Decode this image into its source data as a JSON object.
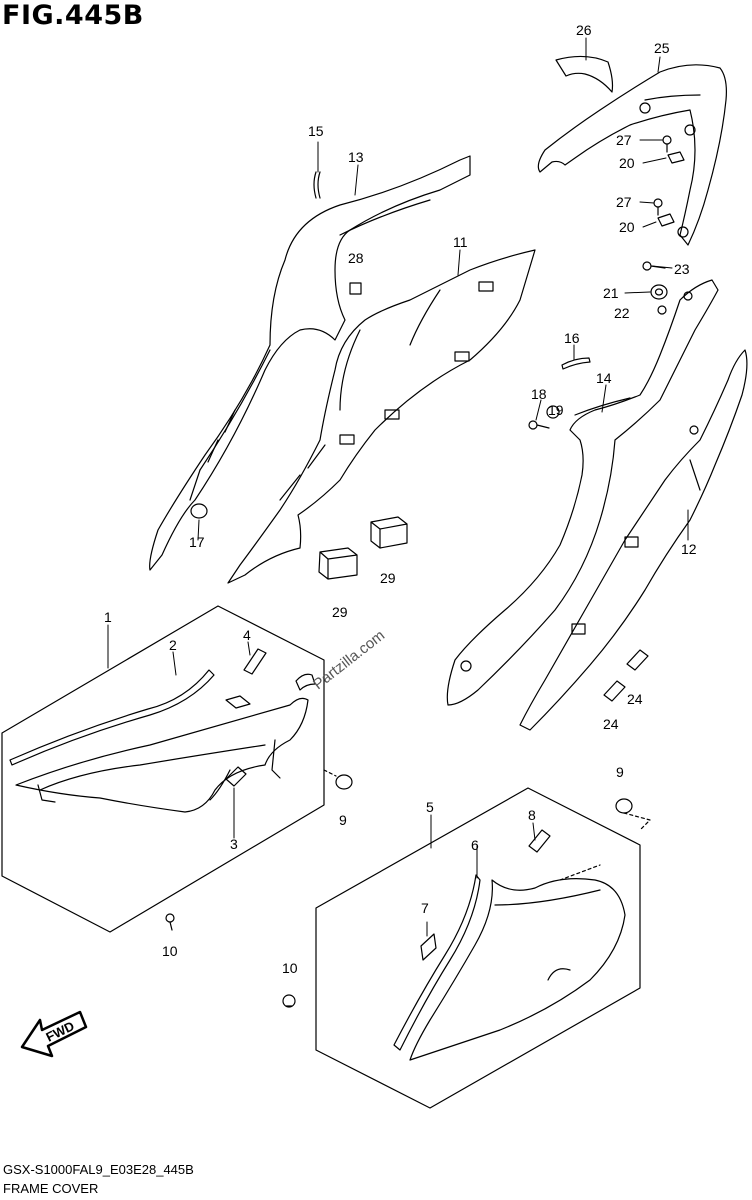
{
  "figure": {
    "title": "FIG.445B",
    "code": "GSX-S1000FAL9_E03E28_445B",
    "name": "FRAME COVER"
  },
  "fwd_label": "FWD",
  "watermark": "Partzilla.com",
  "callouts": [
    {
      "id": "c1",
      "label": "1"
    },
    {
      "id": "c2",
      "label": "2"
    },
    {
      "id": "c3",
      "label": "3"
    },
    {
      "id": "c4",
      "label": "4"
    },
    {
      "id": "c5",
      "label": "5"
    },
    {
      "id": "c6",
      "label": "6"
    },
    {
      "id": "c7",
      "label": "7"
    },
    {
      "id": "c8",
      "label": "8"
    },
    {
      "id": "c9a",
      "label": "9"
    },
    {
      "id": "c9b",
      "label": "9"
    },
    {
      "id": "c10a",
      "label": "10"
    },
    {
      "id": "c10b",
      "label": "10"
    },
    {
      "id": "c11",
      "label": "11"
    },
    {
      "id": "c12",
      "label": "12"
    },
    {
      "id": "c13",
      "label": "13"
    },
    {
      "id": "c14",
      "label": "14"
    },
    {
      "id": "c15",
      "label": "15"
    },
    {
      "id": "c16",
      "label": "16"
    },
    {
      "id": "c17",
      "label": "17"
    },
    {
      "id": "c18",
      "label": "18"
    },
    {
      "id": "c19",
      "label": "19"
    },
    {
      "id": "c20a",
      "label": "20"
    },
    {
      "id": "c20b",
      "label": "20"
    },
    {
      "id": "c21",
      "label": "21"
    },
    {
      "id": "c22",
      "label": "22"
    },
    {
      "id": "c23",
      "label": "23"
    },
    {
      "id": "c24a",
      "label": "24"
    },
    {
      "id": "c24b",
      "label": "24"
    },
    {
      "id": "c25",
      "label": "25"
    },
    {
      "id": "c26",
      "label": "26"
    },
    {
      "id": "c27a",
      "label": "27"
    },
    {
      "id": "c27b",
      "label": "27"
    },
    {
      "id": "c28",
      "label": "28"
    },
    {
      "id": "c29a",
      "label": "29"
    },
    {
      "id": "c29b",
      "label": "29"
    }
  ]
}
